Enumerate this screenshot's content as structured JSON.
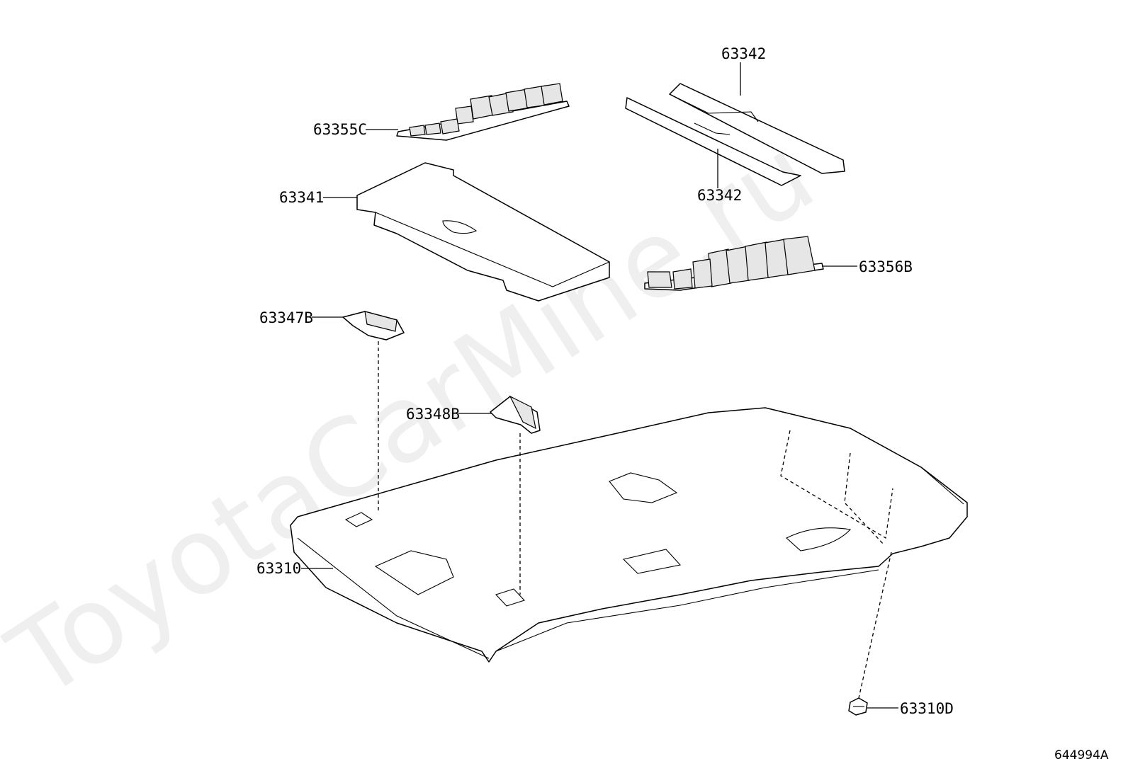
{
  "watermark": "ToyotaCarMine.ru",
  "figure_code": "644994A",
  "labels": {
    "p63342_top": "63342",
    "p63342_bottom": "63342",
    "p63355C": "63355C",
    "p63341": "63341",
    "p63356B": "63356B",
    "p63347B": "63347B",
    "p63348B": "63348B",
    "p63310": "63310",
    "p63310D": "63310D"
  },
  "colors": {
    "line": "#000000",
    "background": "#ffffff"
  }
}
